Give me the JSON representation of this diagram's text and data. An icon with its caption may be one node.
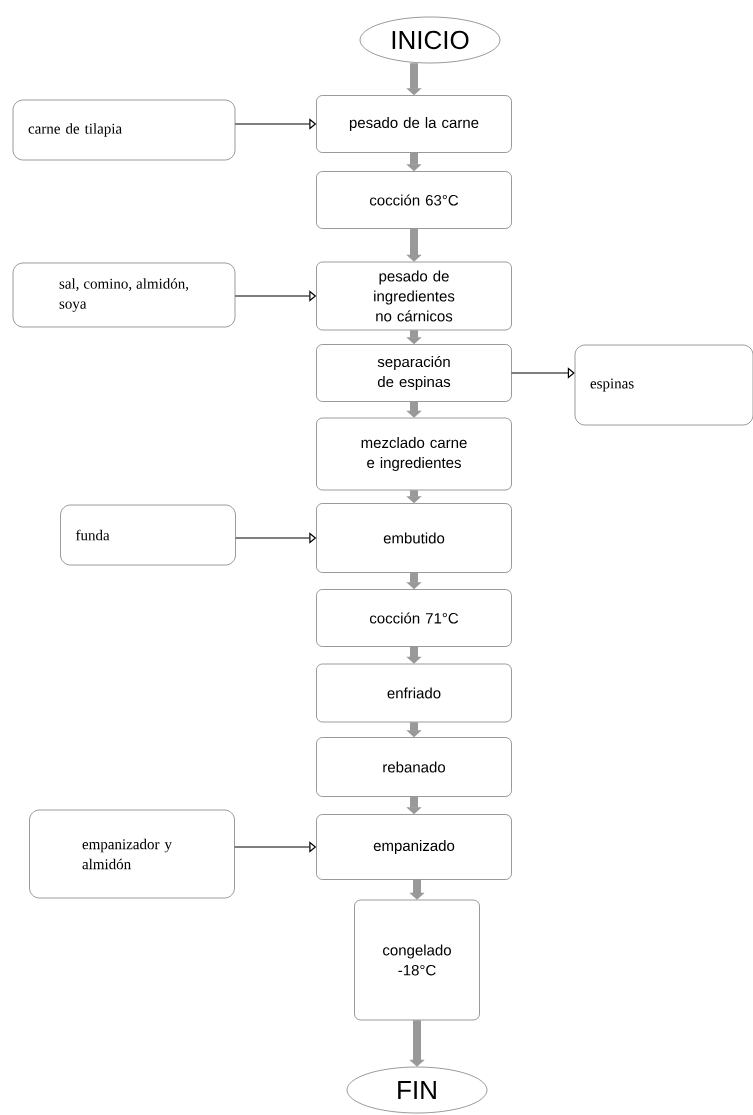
{
  "diagram": {
    "nodes": [
      {
        "text": [
          "INICIO"
        ]
      },
      {
        "text": [
          "carne de tilapia"
        ]
      },
      {
        "text": [
          "pesado de la carne"
        ]
      },
      {
        "text": [
          "cocción 63°C"
        ]
      },
      {
        "text": [
          "sal, comino, almidón, soya"
        ]
      },
      {
        "text": [
          "pesado de ingredientes no cárnicos"
        ]
      },
      {
        "text": [
          "separación de espinas"
        ]
      },
      {
        "text": [
          "espinas"
        ]
      },
      {
        "text": [
          "mezclado carne e ingredientes"
        ]
      },
      {
        "text": [
          "funda"
        ]
      },
      {
        "text": [
          "embutido"
        ]
      },
      {
        "text": [
          "cocción 71°C"
        ]
      },
      {
        "text": [
          "enfriado"
        ]
      },
      {
        "text": [
          "rebanado"
        ]
      },
      {
        "text": [
          "empanizador y almidón"
        ]
      },
      {
        "text": [
          "empanizado"
        ]
      },
      {
        "text": [
          "congelado -18°C"
        ]
      },
      {
        "text": [
          "FIN"
        ]
      }
    ],
    "edges": [
      {
        "from": 0,
        "to": 2,
        "arrow": "to"
      },
      {
        "from": 1,
        "to": 2,
        "arrow": "to",
        "color": "#000000"
      },
      {
        "from": 2,
        "to": 3,
        "arrow": "to"
      },
      {
        "from": 3,
        "to": 5,
        "arrow": "to"
      },
      {
        "from": 4,
        "to": 5,
        "arrow": "to",
        "color": "#000000"
      },
      {
        "from": 5,
        "to": 6,
        "arrow": "to"
      },
      {
        "from": 6,
        "to": 7,
        "arrow": "to",
        "color": "#000000"
      },
      {
        "from": 6,
        "to": 8,
        "arrow": "to"
      },
      {
        "from": 8,
        "to": 10,
        "arrow": "to"
      },
      {
        "from": 9,
        "to": 10,
        "arrow": "to",
        "color": "#000000"
      },
      {
        "from": 10,
        "to": 11,
        "arrow": "to"
      },
      {
        "from": 11,
        "to": 12,
        "arrow": "to"
      },
      {
        "from": 12,
        "to": 13,
        "arrow": "to"
      },
      {
        "from": 13,
        "to": 15,
        "arrow": "to"
      },
      {
        "from": 14,
        "to": 15,
        "arrow": "to",
        "color": "#000000"
      },
      {
        "from": 15,
        "to": 16,
        "arrow": "to"
      },
      {
        "from": 16,
        "to": 17,
        "arrow": "to"
      }
    ]
  }
}
